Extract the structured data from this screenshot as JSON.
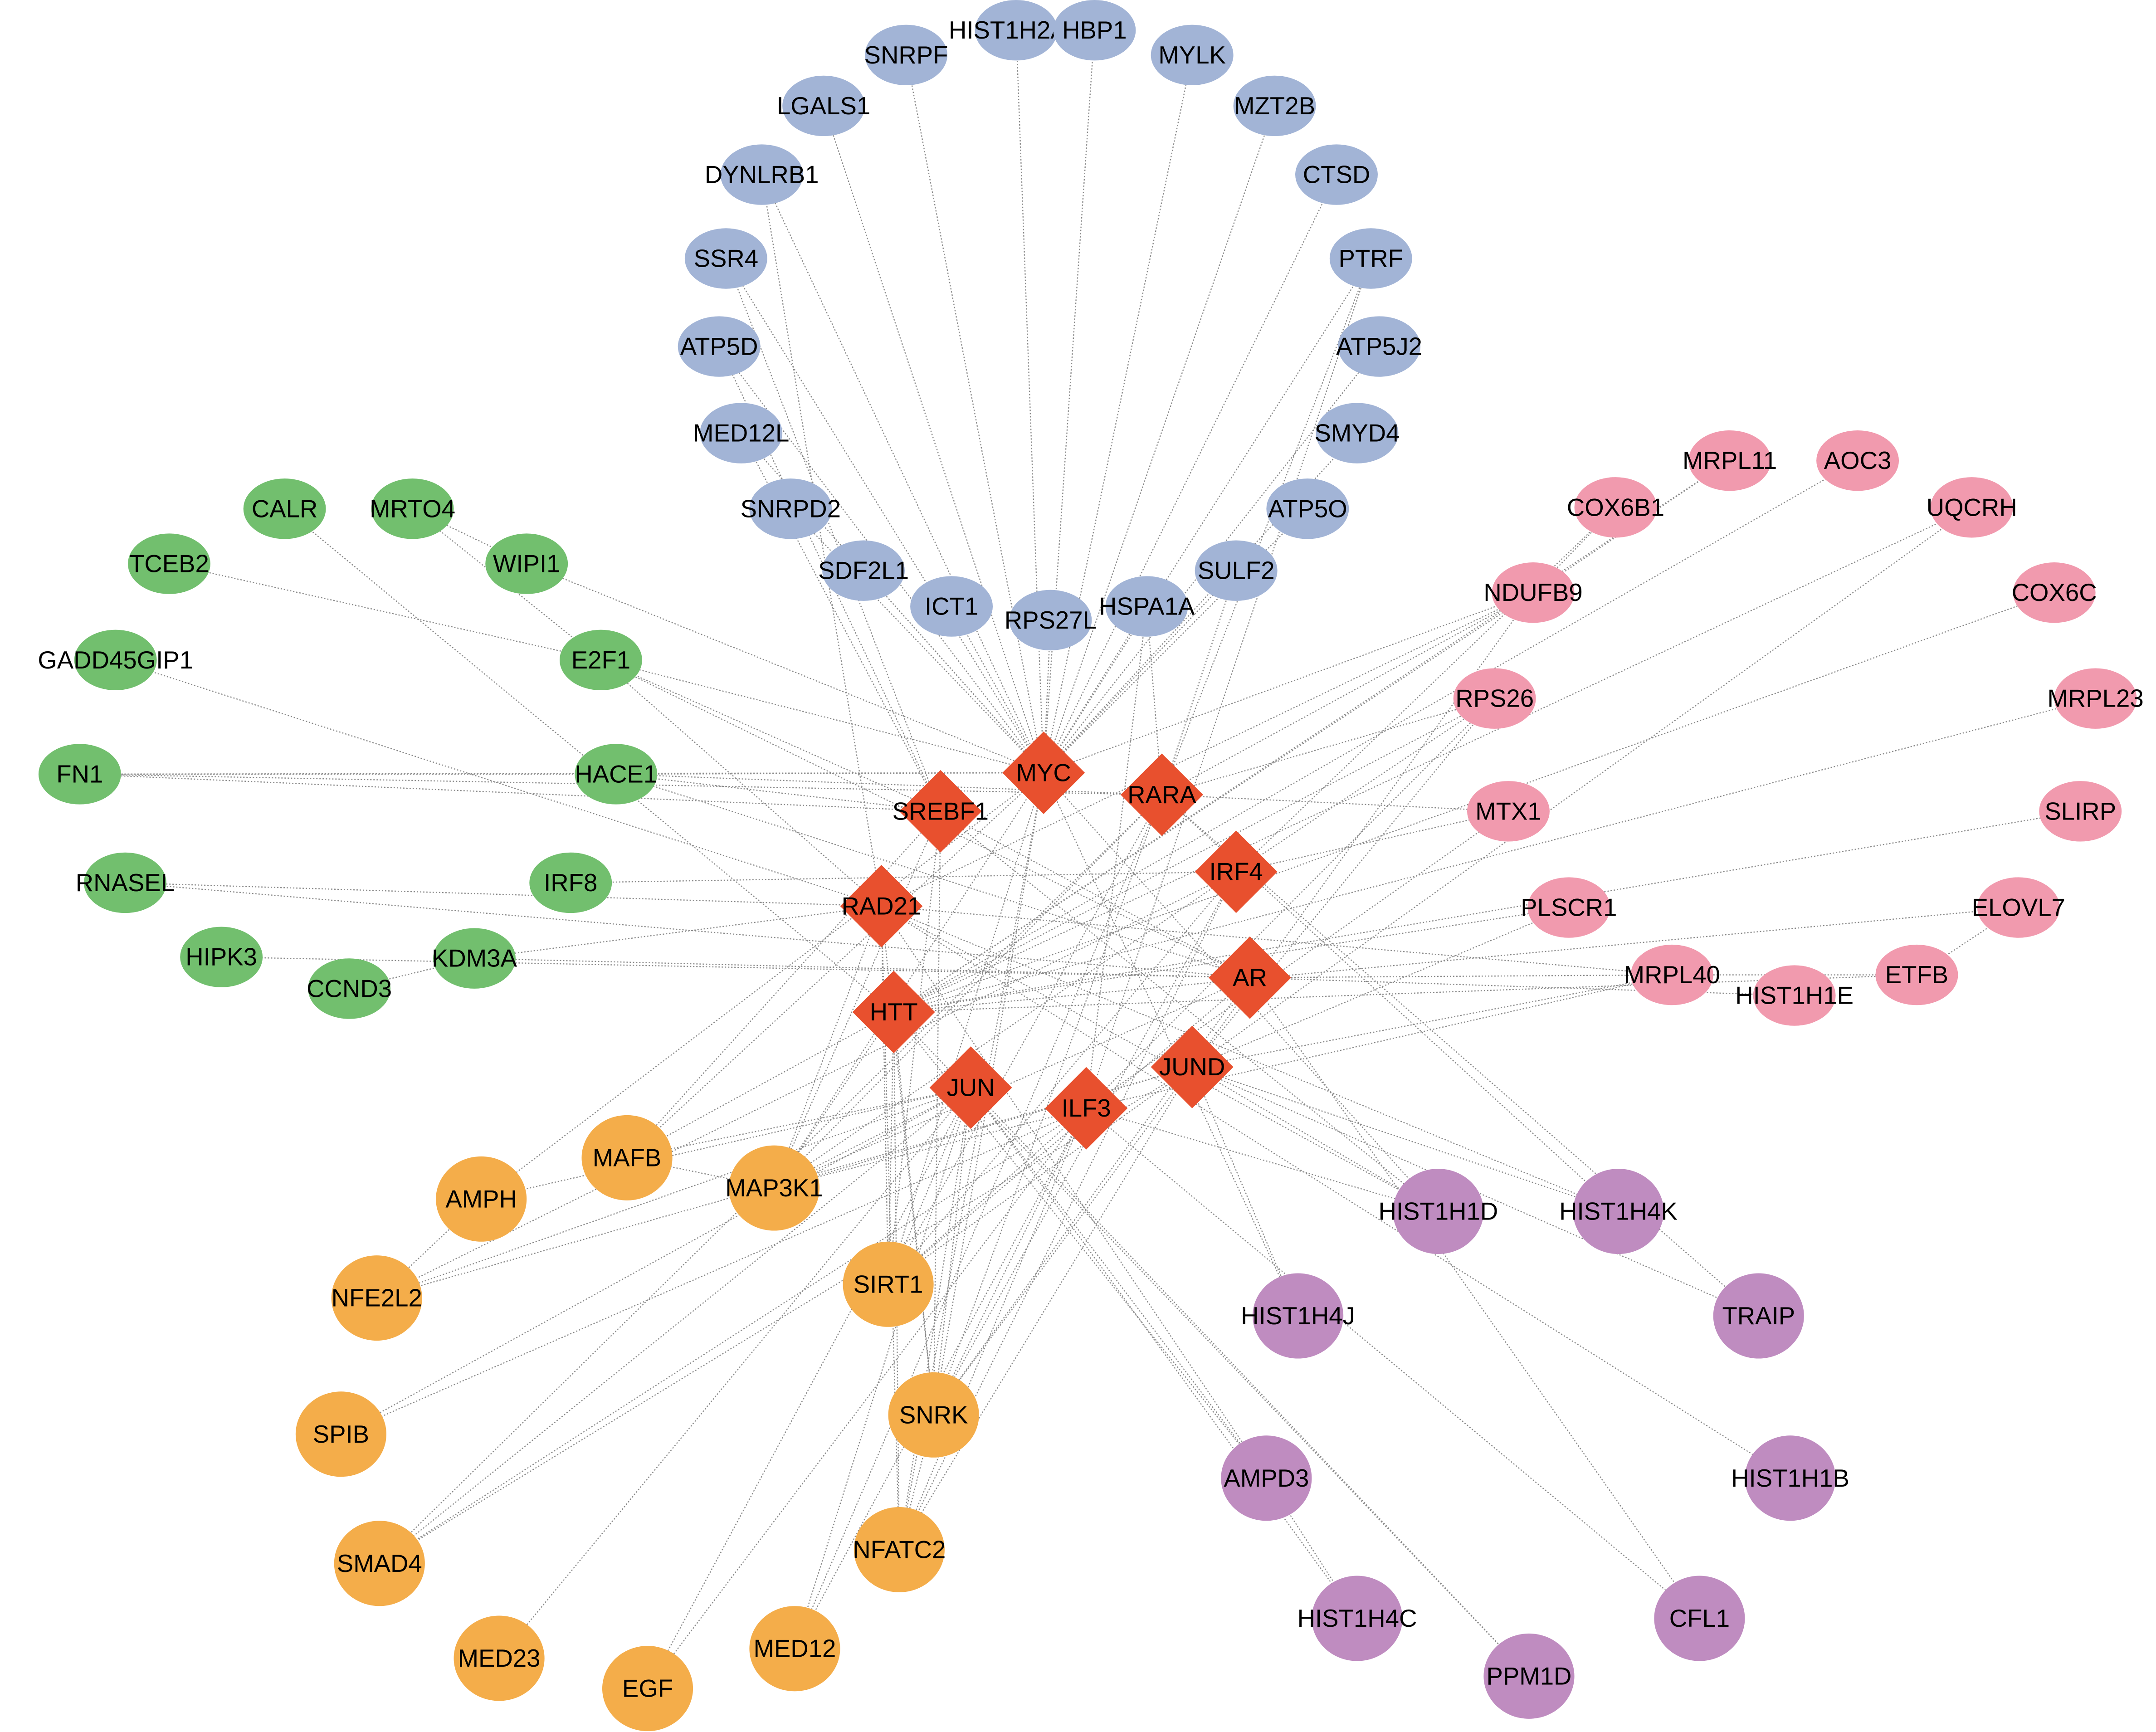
{
  "colors": {
    "hub": "#e8502e",
    "blue": "#a2b4d6",
    "green": "#72bf6e",
    "pink": "#f19aae",
    "orange": "#f4ad4a",
    "purple": "#bf8cc0",
    "edge": "#8a8a8a"
  },
  "nodes": {
    "MYC": {
      "label": "MYC",
      "group": "hub"
    },
    "RARA": {
      "label": "RARA",
      "group": "hub"
    },
    "SREBF1": {
      "label": "SREBF1",
      "group": "hub"
    },
    "IRF4": {
      "label": "IRF4",
      "group": "hub"
    },
    "RAD21": {
      "label": "RAD21",
      "group": "hub"
    },
    "AR": {
      "label": "AR",
      "group": "hub"
    },
    "HTT": {
      "label": "HTT",
      "group": "hub"
    },
    "JUND": {
      "label": "JUND",
      "group": "hub"
    },
    "JUN": {
      "label": "JUN",
      "group": "hub"
    },
    "ILF3": {
      "label": "ILF3",
      "group": "hub"
    },
    "HIST1H2AB": {
      "label": "HIST1H2AB",
      "group": "blue"
    },
    "HBP1": {
      "label": "HBP1",
      "group": "blue"
    },
    "SNRPF": {
      "label": "SNRPF",
      "group": "blue"
    },
    "MYLK": {
      "label": "MYLK",
      "group": "blue"
    },
    "LGALS1": {
      "label": "LGALS1",
      "group": "blue"
    },
    "MZT2B": {
      "label": "MZT2B",
      "group": "blue"
    },
    "DYNLRB1": {
      "label": "DYNLRB1",
      "group": "blue"
    },
    "CTSD": {
      "label": "CTSD",
      "group": "blue"
    },
    "SSR4": {
      "label": "SSR4",
      "group": "blue"
    },
    "PTRF": {
      "label": "PTRF",
      "group": "blue"
    },
    "ATP5D": {
      "label": "ATP5D",
      "group": "blue"
    },
    "ATP5J2": {
      "label": "ATP5J2",
      "group": "blue"
    },
    "MED12L": {
      "label": "MED12L",
      "group": "blue"
    },
    "SMYD4": {
      "label": "SMYD4",
      "group": "blue"
    },
    "SNRPD2": {
      "label": "SNRPD2",
      "group": "blue"
    },
    "ATP5O": {
      "label": "ATP5O",
      "group": "blue"
    },
    "SDF2L1": {
      "label": "SDF2L1",
      "group": "blue"
    },
    "SULF2": {
      "label": "SULF2",
      "group": "blue"
    },
    "ICT1": {
      "label": "ICT1",
      "group": "blue"
    },
    "RPS27L": {
      "label": "RPS27L",
      "group": "blue"
    },
    "HSPA1A": {
      "label": "HSPA1A",
      "group": "blue"
    },
    "CALR": {
      "label": "CALR",
      "group": "green"
    },
    "MRTO4": {
      "label": "MRTO4",
      "group": "green"
    },
    "TCEB2": {
      "label": "TCEB2",
      "group": "green"
    },
    "WIPI1": {
      "label": "WIPI1",
      "group": "green"
    },
    "GADD45GIP1": {
      "label": "GADD45GIP1",
      "group": "green"
    },
    "E2F1": {
      "label": "E2F1",
      "group": "green"
    },
    "FN1": {
      "label": "FN1",
      "group": "green"
    },
    "HACE1": {
      "label": "HACE1",
      "group": "green"
    },
    "RNASEL": {
      "label": "RNASEL",
      "group": "green"
    },
    "IRF8": {
      "label": "IRF8",
      "group": "green"
    },
    "HIPK3": {
      "label": "HIPK3",
      "group": "green"
    },
    "KDM3A": {
      "label": "KDM3A",
      "group": "green"
    },
    "CCND3": {
      "label": "CCND3",
      "group": "green"
    },
    "MRPL11": {
      "label": "MRPL11",
      "group": "pink"
    },
    "AOC3": {
      "label": "AOC3",
      "group": "pink"
    },
    "COX6B1": {
      "label": "COX6B1",
      "group": "pink"
    },
    "UQCRH": {
      "label": "UQCRH",
      "group": "pink"
    },
    "NDUFB9": {
      "label": "NDUFB9",
      "group": "pink"
    },
    "COX6C": {
      "label": "COX6C",
      "group": "pink"
    },
    "RPS26": {
      "label": "RPS26",
      "group": "pink"
    },
    "MRPL23": {
      "label": "MRPL23",
      "group": "pink"
    },
    "MTX1": {
      "label": "MTX1",
      "group": "pink"
    },
    "SLIRP": {
      "label": "SLIRP",
      "group": "pink"
    },
    "PLSCR1": {
      "label": "PLSCR1",
      "group": "pink"
    },
    "ELOVL7": {
      "label": "ELOVL7",
      "group": "pink"
    },
    "MRPL40": {
      "label": "MRPL40",
      "group": "pink"
    },
    "ETFB": {
      "label": "ETFB",
      "group": "pink"
    },
    "HIST1H1E": {
      "label": "HIST1H1E",
      "group": "pink"
    },
    "MAFB": {
      "label": "MAFB",
      "group": "orange"
    },
    "AMPH": {
      "label": "AMPH",
      "group": "orange"
    },
    "MAP3K1": {
      "label": "MAP3K1",
      "group": "orange"
    },
    "NFE2L2": {
      "label": "NFE2L2",
      "group": "orange"
    },
    "SIRT1": {
      "label": "SIRT1",
      "group": "orange"
    },
    "SPIB": {
      "label": "SPIB",
      "group": "orange"
    },
    "SNRK": {
      "label": "SNRK",
      "group": "orange"
    },
    "SMAD4": {
      "label": "SMAD4",
      "group": "orange"
    },
    "NFATC2": {
      "label": "NFATC2",
      "group": "orange"
    },
    "MED23": {
      "label": "MED23",
      "group": "orange"
    },
    "MED12": {
      "label": "MED12",
      "group": "orange"
    },
    "EGF": {
      "label": "EGF",
      "group": "orange"
    },
    "HIST1H1D": {
      "label": "HIST1H1D",
      "group": "purple"
    },
    "HIST1H4K": {
      "label": "HIST1H4K",
      "group": "purple"
    },
    "HIST1H4J": {
      "label": "HIST1H4J",
      "group": "purple"
    },
    "TRAIP": {
      "label": "TRAIP",
      "group": "purple"
    },
    "AMPD3": {
      "label": "AMPD3",
      "group": "purple"
    },
    "HIST1H1B": {
      "label": "HIST1H1B",
      "group": "purple"
    },
    "HIST1H4C": {
      "label": "HIST1H4C",
      "group": "purple"
    },
    "CFL1": {
      "label": "CFL1",
      "group": "purple"
    },
    "PPM1D": {
      "label": "PPM1D",
      "group": "purple"
    }
  },
  "edges": [
    [
      "MYC",
      "HIST1H2AB"
    ],
    [
      "MYC",
      "HBP1"
    ],
    [
      "MYC",
      "SNRPF"
    ],
    [
      "MYC",
      "MYLK"
    ],
    [
      "MYC",
      "LGALS1"
    ],
    [
      "MYC",
      "MZT2B"
    ],
    [
      "MYC",
      "DYNLRB1"
    ],
    [
      "MYC",
      "CTSD"
    ],
    [
      "MYC",
      "SSR4"
    ],
    [
      "MYC",
      "PTRF"
    ],
    [
      "MYC",
      "ATP5D"
    ],
    [
      "MYC",
      "ATP5J2"
    ],
    [
      "MYC",
      "MED12L"
    ],
    [
      "MYC",
      "SMYD4"
    ],
    [
      "MYC",
      "SNRPD2"
    ],
    [
      "MYC",
      "ATP5O"
    ],
    [
      "MYC",
      "SDF2L1"
    ],
    [
      "MYC",
      "SULF2"
    ],
    [
      "MYC",
      "ICT1"
    ],
    [
      "MYC",
      "RPS27L"
    ],
    [
      "MYC",
      "HSPA1A"
    ],
    [
      "MYC",
      "WIPI1"
    ],
    [
      "MYC",
      "E2F1"
    ],
    [
      "MYC",
      "FN1"
    ],
    [
      "MYC",
      "HACE1"
    ],
    [
      "MYC",
      "NDUFB9"
    ],
    [
      "MYC",
      "MAP3K1"
    ],
    [
      "MYC",
      "SIRT1"
    ],
    [
      "MYC",
      "SNRK"
    ],
    [
      "MYC",
      "HIST1H4J"
    ],
    [
      "MYC",
      "HIST1H1D"
    ],
    [
      "MYC",
      "MAFB"
    ],
    [
      "MYC",
      "AMPH"
    ],
    [
      "MYC",
      "NFATC2"
    ],
    [
      "RARA",
      "PTRF"
    ],
    [
      "RARA",
      "SULF2"
    ],
    [
      "RARA",
      "HSPA1A"
    ],
    [
      "RARA",
      "FN1"
    ],
    [
      "RARA",
      "HACE1"
    ],
    [
      "RARA",
      "RPS26"
    ],
    [
      "RARA",
      "NDUFB9"
    ],
    [
      "RARA",
      "MTX1"
    ],
    [
      "RARA",
      "MAP3K1"
    ],
    [
      "RARA",
      "SIRT1"
    ],
    [
      "RARA",
      "SNRK"
    ],
    [
      "RARA",
      "HIST1H4K"
    ],
    [
      "RARA",
      "TRAIP"
    ],
    [
      "RARA",
      "SMAD4"
    ],
    [
      "RARA",
      "MED12"
    ],
    [
      "SREBF1",
      "SSR4"
    ],
    [
      "SREBF1",
      "ATP5D"
    ],
    [
      "SREBF1",
      "MED12L"
    ],
    [
      "SREBF1",
      "E2F1"
    ],
    [
      "SREBF1",
      "HACE1"
    ],
    [
      "SREBF1",
      "FN1"
    ],
    [
      "SREBF1",
      "MAFB"
    ],
    [
      "SREBF1",
      "MAP3K1"
    ],
    [
      "SREBF1",
      "SIRT1"
    ],
    [
      "SREBF1",
      "SNRK"
    ],
    [
      "SREBF1",
      "HIST1H1D"
    ],
    [
      "IRF4",
      "IRF8"
    ],
    [
      "IRF4",
      "MTX1"
    ],
    [
      "IRF4",
      "RPS26"
    ],
    [
      "IRF4",
      "COX6B1"
    ],
    [
      "IRF4",
      "MAP3K1"
    ],
    [
      "IRF4",
      "NFE2L2"
    ],
    [
      "IRF4",
      "SIRT1"
    ],
    [
      "IRF4",
      "SNRK"
    ],
    [
      "IRF4",
      "NFATC2"
    ],
    [
      "RAD21",
      "GADD45GIP1"
    ],
    [
      "RAD21",
      "RNASEL"
    ],
    [
      "RAD21",
      "KDM3A"
    ],
    [
      "RAD21",
      "DYNLRB1"
    ],
    [
      "RAD21",
      "NDUFB9"
    ],
    [
      "RAD21",
      "MRPL40"
    ],
    [
      "RAD21",
      "HIST1H1D"
    ],
    [
      "RAD21",
      "HIST1H4K"
    ],
    [
      "RAD21",
      "HIST1H1B"
    ],
    [
      "RAD21",
      "MAP3K1"
    ],
    [
      "RAD21",
      "SIRT1"
    ],
    [
      "RAD21",
      "SNRK"
    ],
    [
      "RAD21",
      "NFATC2"
    ],
    [
      "RAD21",
      "AMPD3"
    ],
    [
      "RAD21",
      "E2F1"
    ],
    [
      "AR",
      "KDM3A"
    ],
    [
      "AR",
      "HIPK3"
    ],
    [
      "AR",
      "E2F1"
    ],
    [
      "AR",
      "RNASEL"
    ],
    [
      "AR",
      "MRPL40"
    ],
    [
      "AR",
      "HIST1H1E"
    ],
    [
      "AR",
      "SREBF1"
    ],
    [
      "AR",
      "HACE1"
    ],
    [
      "AR",
      "MAP3K1"
    ],
    [
      "AR",
      "SIRT1"
    ],
    [
      "AR",
      "SNRK"
    ],
    [
      "AR",
      "CFL1"
    ],
    [
      "HTT",
      "MRPL11"
    ],
    [
      "HTT",
      "AOC3"
    ],
    [
      "HTT",
      "UQCRH"
    ],
    [
      "HTT",
      "COX6C"
    ],
    [
      "HTT",
      "MRPL23"
    ],
    [
      "HTT",
      "SLIRP"
    ],
    [
      "HTT",
      "ELOVL7"
    ],
    [
      "HTT",
      "ETFB"
    ],
    [
      "HTT",
      "PLSCR1"
    ],
    [
      "HTT",
      "NDUFB9"
    ],
    [
      "HTT",
      "RPS26"
    ],
    [
      "HTT",
      "CALR"
    ],
    [
      "HTT",
      "MAFB"
    ],
    [
      "HTT",
      "MAP3K1"
    ],
    [
      "HTT",
      "SIRT1"
    ],
    [
      "HTT",
      "SNRK"
    ],
    [
      "HTT",
      "NFATC2"
    ],
    [
      "HTT",
      "AMPD3"
    ],
    [
      "HTT",
      "PPM1D"
    ],
    [
      "JUND",
      "MRPL40"
    ],
    [
      "JUND",
      "PLSCR1"
    ],
    [
      "JUND",
      "RPS26"
    ],
    [
      "JUND",
      "UQCRH"
    ],
    [
      "JUND",
      "NDUFB9"
    ],
    [
      "JUND",
      "MAP3K1"
    ],
    [
      "JUND",
      "SIRT1"
    ],
    [
      "JUND",
      "SNRK"
    ],
    [
      "JUND",
      "NFATC2"
    ],
    [
      "JUND",
      "SMAD4"
    ],
    [
      "JUND",
      "NFE2L2"
    ],
    [
      "JUND",
      "HIST1H1D"
    ],
    [
      "JUND",
      "HIST1H4K"
    ],
    [
      "JUND",
      "HIST1H4J"
    ],
    [
      "JUND",
      "TRAIP"
    ],
    [
      "JUN",
      "MAFB"
    ],
    [
      "JUN",
      "MAP3K1"
    ],
    [
      "JUN",
      "SIRT1"
    ],
    [
      "JUN",
      "SNRK"
    ],
    [
      "JUN",
      "NFATC2"
    ],
    [
      "JUN",
      "MED23"
    ],
    [
      "JUN",
      "EGF"
    ],
    [
      "JUN",
      "MED12"
    ],
    [
      "JUN",
      "SMAD4"
    ],
    [
      "JUN",
      "HIST1H4C"
    ],
    [
      "JUN",
      "PPM1D"
    ],
    [
      "JUN",
      "AMPD3"
    ],
    [
      "JUN",
      "SPIB"
    ],
    [
      "JUN",
      "NFE2L2"
    ],
    [
      "JUN",
      "AMPH"
    ],
    [
      "ILF3",
      "MAP3K1"
    ],
    [
      "ILF3",
      "SIRT1"
    ],
    [
      "ILF3",
      "SNRK"
    ],
    [
      "ILF3",
      "NFATC2"
    ],
    [
      "ILF3",
      "SMAD4"
    ],
    [
      "ILF3",
      "SPIB"
    ],
    [
      "ILF3",
      "MED12"
    ],
    [
      "ILF3",
      "EGF"
    ],
    [
      "ILF3",
      "PTRF"
    ],
    [
      "ILF3",
      "RPS26"
    ],
    [
      "ILF3",
      "MTX1"
    ],
    [
      "ILF3",
      "MRPL40"
    ],
    [
      "ILF3",
      "HSPA1A"
    ],
    [
      "ILF3",
      "CFL1"
    ],
    [
      "ILF3",
      "HIST1H1D"
    ],
    [
      "MRTO4",
      "WIPI1"
    ],
    [
      "TCEB2",
      "E2F1"
    ],
    [
      "MRTO4",
      "E2F1"
    ],
    [
      "CCND3",
      "KDM3A"
    ],
    [
      "FN1",
      "HACE1"
    ],
    [
      "COX6B1",
      "NDUFB9"
    ],
    [
      "MRPL11",
      "NDUFB9"
    ],
    [
      "ETFB",
      "ELOVL7"
    ],
    [
      "MRPL40",
      "ETFB"
    ],
    [
      "AMPH",
      "NFE2L2"
    ],
    [
      "AMPD3",
      "HIST1H4C"
    ],
    [
      "SNRK",
      "NFATC2"
    ],
    [
      "MAP3K1",
      "MAFB"
    ]
  ],
  "scene": {
    "title": ""
  }
}
